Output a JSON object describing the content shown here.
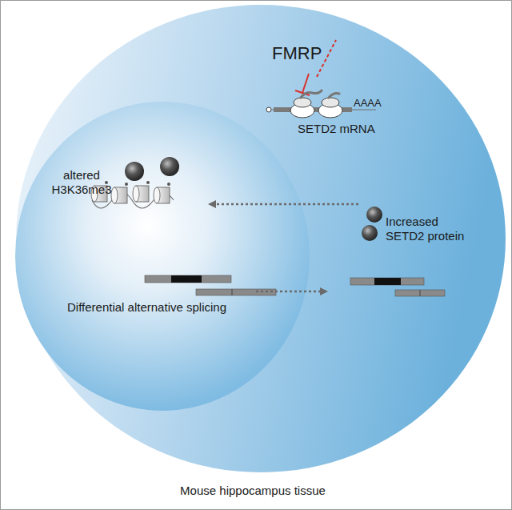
{
  "diagram": {
    "nodes": [
      {
        "text": [
          "Mouse hippocampus tissue"
        ]
      },
      {
        "text": [
          "altered H3K36me3",
          "Differential alternative splicing"
        ],
        "in": 0
      }
    ],
    "labels": [
      "FMRP",
      "AAAA",
      "SETD2 mRNA",
      "Increased SETD2 protein"
    ]
  }
}
